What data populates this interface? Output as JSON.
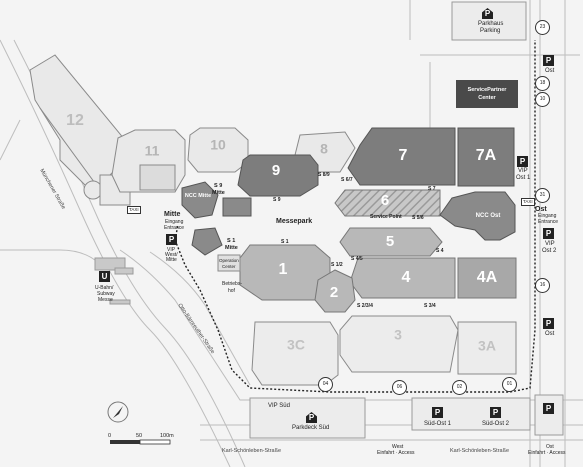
{
  "halls": {
    "h12": "12",
    "h11": "11",
    "h10": "10",
    "h8": "8",
    "h9": "9",
    "h7": "7",
    "h7a": "7A",
    "h6": "6",
    "h5": "5",
    "h4": "4",
    "h4a": "4A",
    "h1": "1",
    "h2": "2",
    "h3": "3",
    "h3a": "3A",
    "h3c": "3C",
    "ncc_mitte": "NCC Mitte",
    "ncc_ost": "NCC Ost"
  },
  "labels": {
    "parkhaus": "Parkhaus",
    "parking": "Parking",
    "servicepartner": "ServicePartner",
    "center": "Center",
    "messepark": "Messepark",
    "service_point": "Service Point",
    "operation_center_1": "Operation",
    "operation_center_2": "Center",
    "betriebshof_1": "Betriebs-",
    "betriebshof_2": "hof",
    "ost_top": "Ost",
    "ost_right": "Ost",
    "ost_bottom": "Ost",
    "ost_eingang": "Eingang",
    "ost_entrance": "Entrance",
    "vip_ost1_a": "VIP",
    "vip_ost1_b": "Ost 1",
    "vip_ost2_a": "VIP",
    "vip_ost2_b": "Ost 2",
    "mitte": "Mitte",
    "mitte_eingang": "Eingang",
    "mitte_entrance": "Entrance",
    "vip_west_a": "VIP",
    "vip_west_b": "West/",
    "vip_west_c": "Mitte",
    "ubahn_a": "U-Bahn/",
    "ubahn_b": "Subway",
    "ubahn_c": "Messe",
    "s9_mitte_a": "S 9",
    "s9_mitte_b": "Mitte",
    "s1_mitte_a": "S 1",
    "s1_mitte_b": "Mitte",
    "s9": "S 9",
    "s1": "S 1",
    "s12": "S 1/2",
    "s45": "S 4/5",
    "s234": "S 2/3/4",
    "s34": "S 3/4",
    "s89": "S 8/9",
    "s67": "S 6/7",
    "s7": "S 7",
    "s56": "S 5/6",
    "s4": "S 4",
    "vip_sued": "VIP Süd",
    "parkdeck_sued": "Parkdeck Süd",
    "sued_ost1": "Süd-Ost 1",
    "sued_ost2": "Süd-Ost 2",
    "west_a": "West",
    "west_b": "Einfahrt · Access",
    "ost_access_a": "Ost",
    "ost_access_b": "Einfahrt · Access",
    "road_karl_1": "Karl-Schönleben-Straße",
    "road_karl_2": "Karl-Schönleben-Straße",
    "road_muenchener": "Münchener Straße",
    "road_otto": "Otto-Bärnreuther-Straße",
    "scale_0": "0",
    "scale_50": "50",
    "scale_100": "100m",
    "taxi_1": "TAXI",
    "taxi_2": "TAXI",
    "p": "P",
    "u": "U",
    "b23": "23",
    "b18": "18",
    "b10": "10",
    "b31": "31",
    "b16": "16",
    "b04": "04",
    "b06": "06",
    "b02": "02",
    "b01": "01"
  },
  "colors": {
    "dark": "#7d7d7d",
    "mid": "#a8a8a8",
    "light": "#cfcfcf",
    "pale": "#e6e6e6",
    "outline": "#8a8a8a",
    "route": "#222222"
  }
}
